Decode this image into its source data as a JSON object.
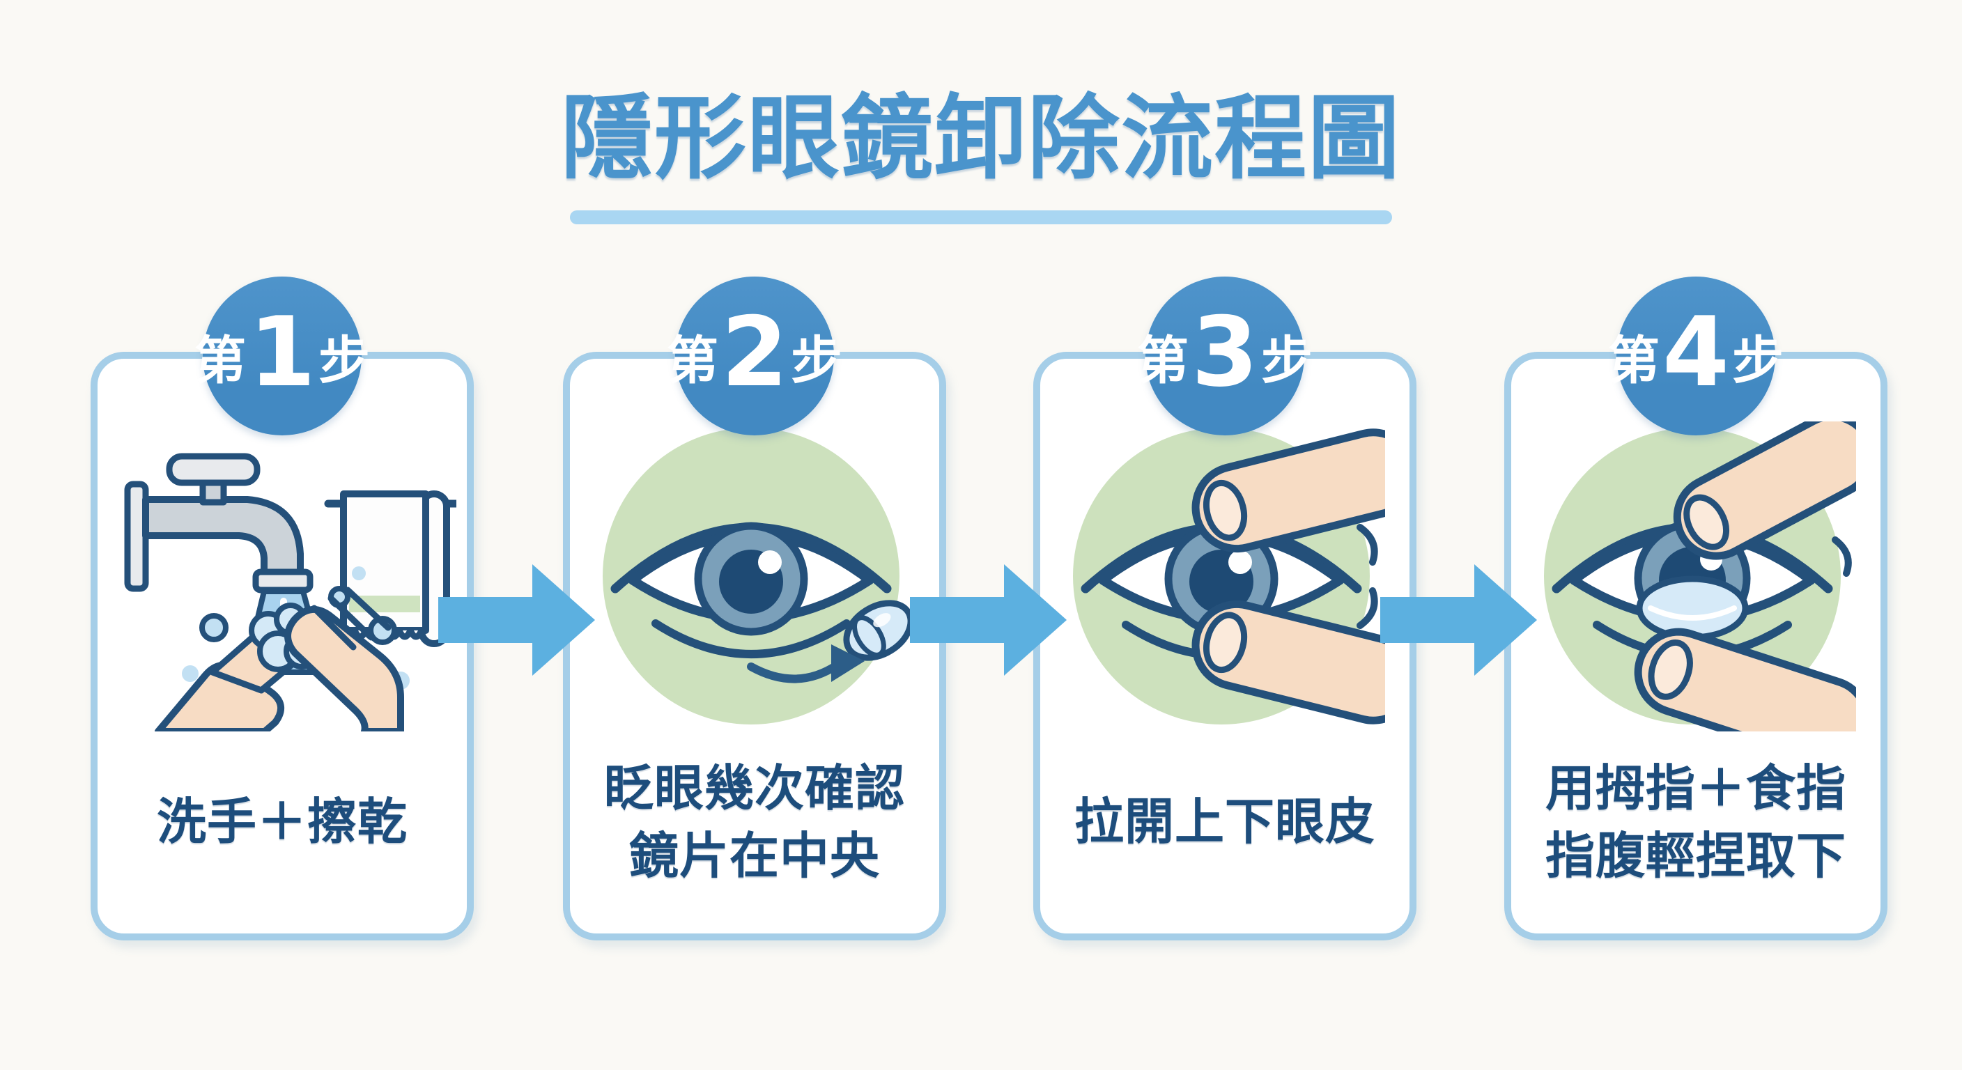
{
  "title": {
    "text": "隱形眼鏡卸除流程圖"
  },
  "steps": [
    {
      "badge_prefix": "第",
      "badge_number": "1",
      "badge_suffix": "步",
      "label_line1": "洗手＋擦乾",
      "label_line2": "",
      "icon": "handwash-icon"
    },
    {
      "badge_prefix": "第",
      "badge_number": "2",
      "badge_suffix": "步",
      "label_line1": "眨眼幾次確認",
      "label_line2": "鏡片在中央",
      "icon": "eye-lens-centered-icon"
    },
    {
      "badge_prefix": "第",
      "badge_number": "3",
      "badge_suffix": "步",
      "label_line1": "拉開上下眼皮",
      "label_line2": "",
      "icon": "pull-eyelids-icon"
    },
    {
      "badge_prefix": "第",
      "badge_number": "4",
      "badge_suffix": "步",
      "label_line1": "用拇指＋食指",
      "label_line2": "指腹輕捏取下",
      "icon": "pinch-lens-icon"
    }
  ],
  "colors": {
    "title_blue": "#4a94cc",
    "underline_blue": "#a9d6f2",
    "badge_blue": "#4289c2",
    "card_border": "#a5cee8",
    "arrow_blue": "#5cb0e0",
    "text_navy": "#1d4d7c",
    "icon_outline_navy": "#24507a",
    "icon_green_bg": "#cde1bd",
    "skin": "#f7dcc4",
    "water_blue": "#a9d3ef",
    "page_bg": "#faf9f5"
  }
}
